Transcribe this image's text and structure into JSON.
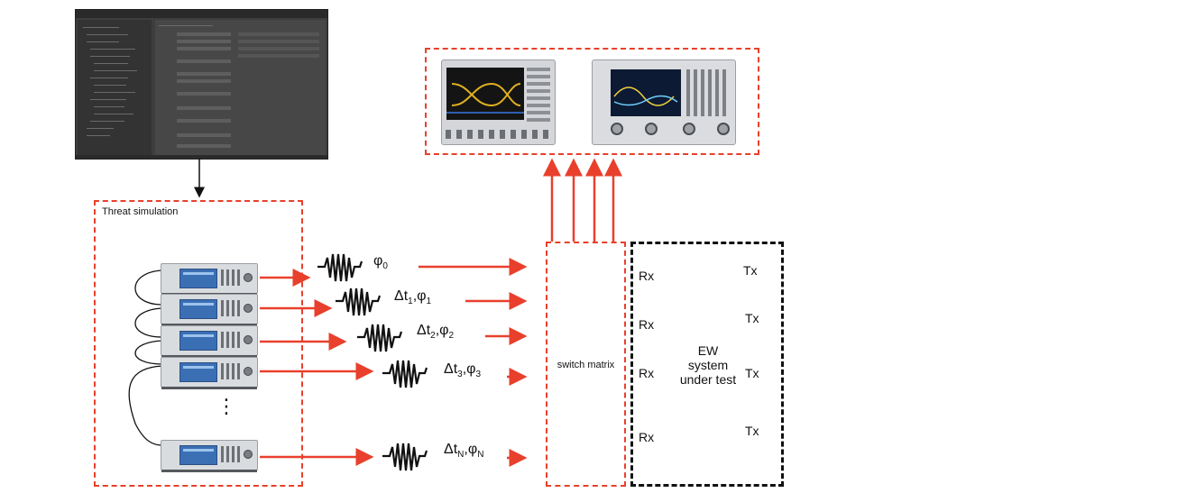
{
  "threat_simulation_label": "Threat simulation",
  "switch_matrix_label": "switch matrix",
  "ew_system_label": [
    "EW",
    "system",
    "under test"
  ],
  "ellipsis": "⋮",
  "signals": [
    {
      "delta": "",
      "sub": "0"
    },
    {
      "delta": "Δt",
      "sub": "1"
    },
    {
      "delta": "Δt",
      "sub": "2"
    },
    {
      "delta": "Δt",
      "sub": "3"
    },
    {
      "delta": "Δt",
      "sub": "N"
    }
  ],
  "phi_symbol": "φ",
  "rx_label": "Rx",
  "tx_label": "Tx",
  "colors": {
    "signal_arrow": "#e8402c",
    "control_arrow": "#111111",
    "sut_border": "#111111"
  },
  "icons": [
    "software-screenshot",
    "signal-generator-icon",
    "oscilloscope-icon",
    "network-analyzer-icon",
    "pulse-waveform-icon"
  ]
}
